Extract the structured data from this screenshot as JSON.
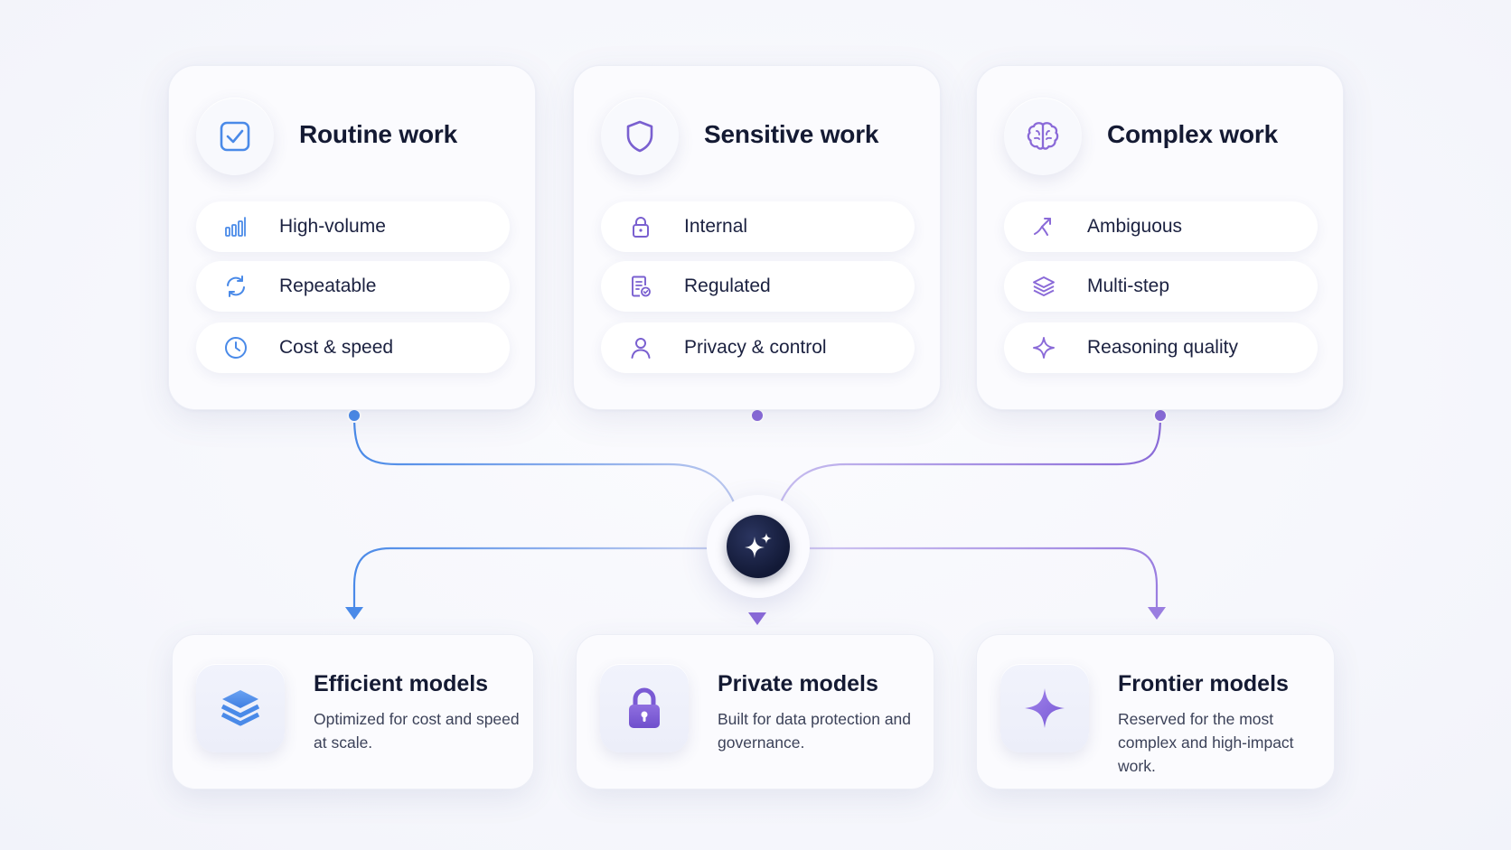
{
  "colors": {
    "blue": "#4a8ae8",
    "purple": "#8a6ad8",
    "violet": "#9a7ee0",
    "hub": "#141b38"
  },
  "workloads": [
    {
      "title": "Routine work",
      "icon": "checkbox-icon",
      "items": [
        {
          "label": "High-volume",
          "icon": "bar-chart-icon"
        },
        {
          "label": "Repeatable",
          "icon": "refresh-icon"
        },
        {
          "label": "Cost & speed",
          "icon": "clock-icon"
        }
      ]
    },
    {
      "title": "Sensitive work",
      "icon": "shield-icon",
      "items": [
        {
          "label": "Internal",
          "icon": "lock-icon"
        },
        {
          "label": "Regulated",
          "icon": "document-check-icon"
        },
        {
          "label": "Privacy & control",
          "icon": "user-icon"
        }
      ]
    },
    {
      "title": "Complex work",
      "icon": "brain-icon",
      "items": [
        {
          "label": "Ambiguous",
          "icon": "branch-arrow-icon"
        },
        {
          "label": "Multi-step",
          "icon": "layers-icon"
        },
        {
          "label": "Reasoning quality",
          "icon": "sparkle-icon"
        }
      ]
    }
  ],
  "hub": {
    "icon": "sparkles-icon"
  },
  "models": [
    {
      "title": "Efficient models",
      "description": "Optimized for cost and speed at scale.",
      "icon": "stack-layers-icon"
    },
    {
      "title": "Private models",
      "description": "Built for data protection and governance.",
      "icon": "padlock-icon"
    },
    {
      "title": "Frontier models",
      "description": "Reserved for the most complex and high-impact work.",
      "icon": "four-point-star-icon"
    }
  ]
}
